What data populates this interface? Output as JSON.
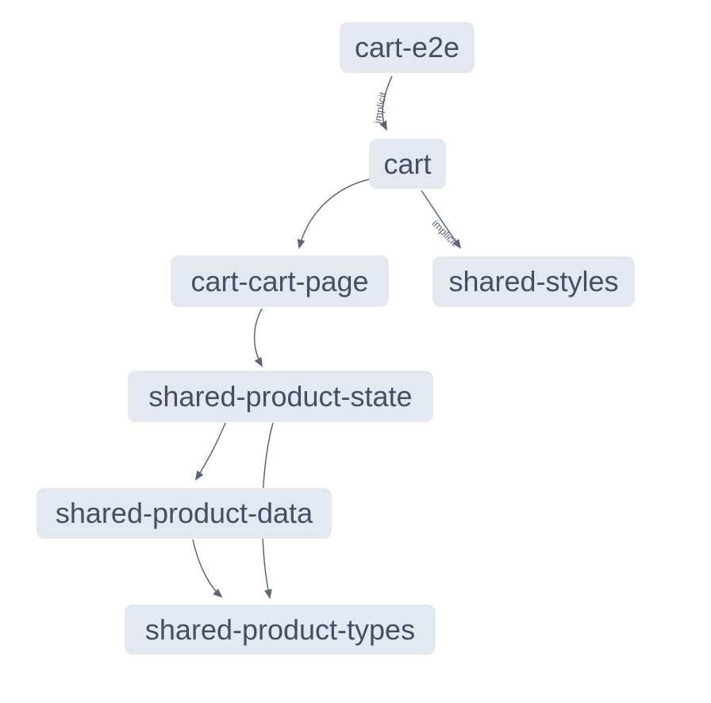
{
  "diagram": {
    "kind": "project-dependency-graph",
    "nodes": [
      {
        "id": "cart-e2e",
        "label": "cart-e2e"
      },
      {
        "id": "cart",
        "label": "cart"
      },
      {
        "id": "cart-cart-page",
        "label": "cart-cart-page"
      },
      {
        "id": "shared-styles",
        "label": "shared-styles"
      },
      {
        "id": "shared-product-state",
        "label": "shared-product-state"
      },
      {
        "id": "shared-product-data",
        "label": "shared-product-data"
      },
      {
        "id": "shared-product-types",
        "label": "shared-product-types"
      }
    ],
    "edges": [
      {
        "source": "cart-e2e",
        "target": "cart",
        "label": "implicit"
      },
      {
        "source": "cart",
        "target": "cart-cart-page",
        "label": ""
      },
      {
        "source": "cart",
        "target": "shared-styles",
        "label": "implicit"
      },
      {
        "source": "cart-cart-page",
        "target": "shared-product-state",
        "label": ""
      },
      {
        "source": "shared-product-state",
        "target": "shared-product-data",
        "label": ""
      },
      {
        "source": "shared-product-state",
        "target": "shared-product-types",
        "label": ""
      },
      {
        "source": "shared-product-data",
        "target": "shared-product-types",
        "label": ""
      }
    ],
    "colors": {
      "background": "#ffffff",
      "node_fill": "#e4e8f1",
      "node_text": "#454f63",
      "edge": "#5c6678",
      "edge_label": "#596579"
    }
  }
}
